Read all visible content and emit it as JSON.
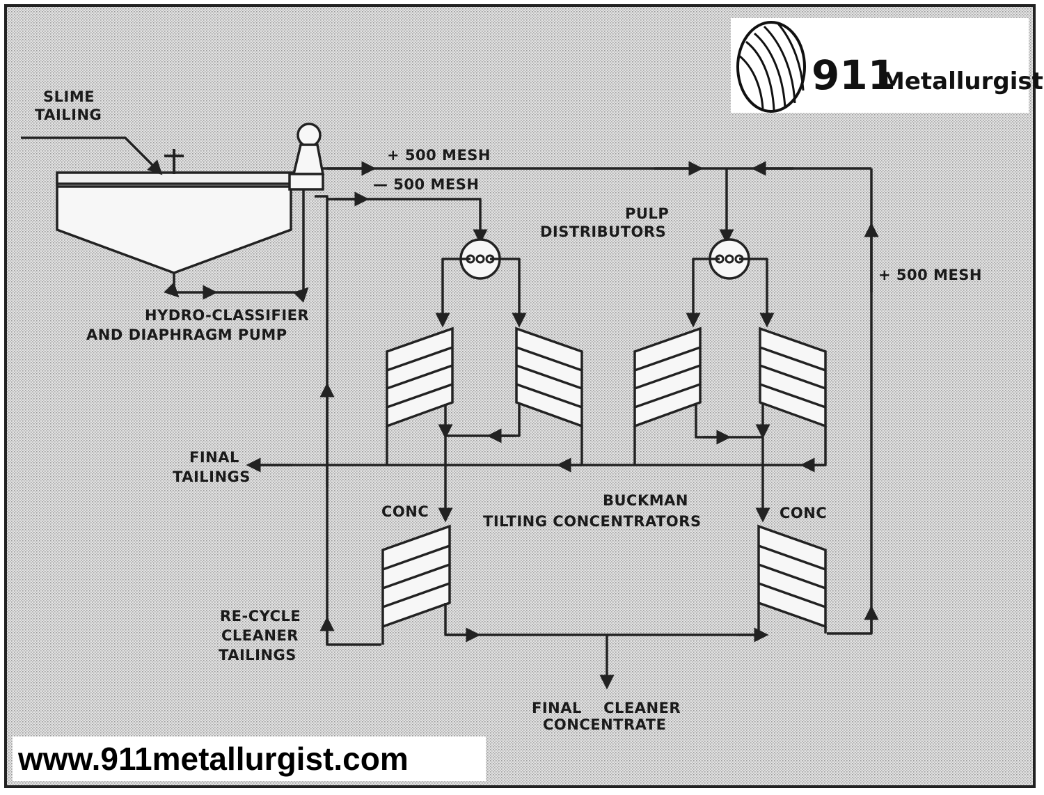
{
  "labels": {
    "slime_tailing_1": "SLIME",
    "slime_tailing_2": "TAILING",
    "plus_500_top": "+ 500 MESH",
    "minus_500": "— 500 MESH",
    "pulp_distributors_1": "PULP",
    "pulp_distributors_2": "DISTRIBUTORS",
    "plus_500_right": "+ 500 MESH",
    "hydro_classifier_1": "HYDRO-CLASSIFIER",
    "hydro_classifier_2": "AND DIAPHRAGM PUMP",
    "final_tailings_1": "FINAL",
    "final_tailings_2": "TAILINGS",
    "conc_left": "CONC",
    "conc_right": "CONC",
    "buckman_1": "BUCKMAN",
    "buckman_2": "TILTING CONCENTRATORS",
    "recycle_1": "RE-CYCLE",
    "recycle_2": "CLEANER",
    "recycle_3": "TAILINGS",
    "final_conc_1": "FINAL    CLEANER",
    "final_conc_2": "CONCENTRATE"
  },
  "logo": {
    "number": "911",
    "word": "Metallurgist"
  },
  "footer": {
    "url": "www.911metallurgist.com"
  },
  "colors": {
    "background": "#dcdcdc",
    "ink": "#222222"
  }
}
